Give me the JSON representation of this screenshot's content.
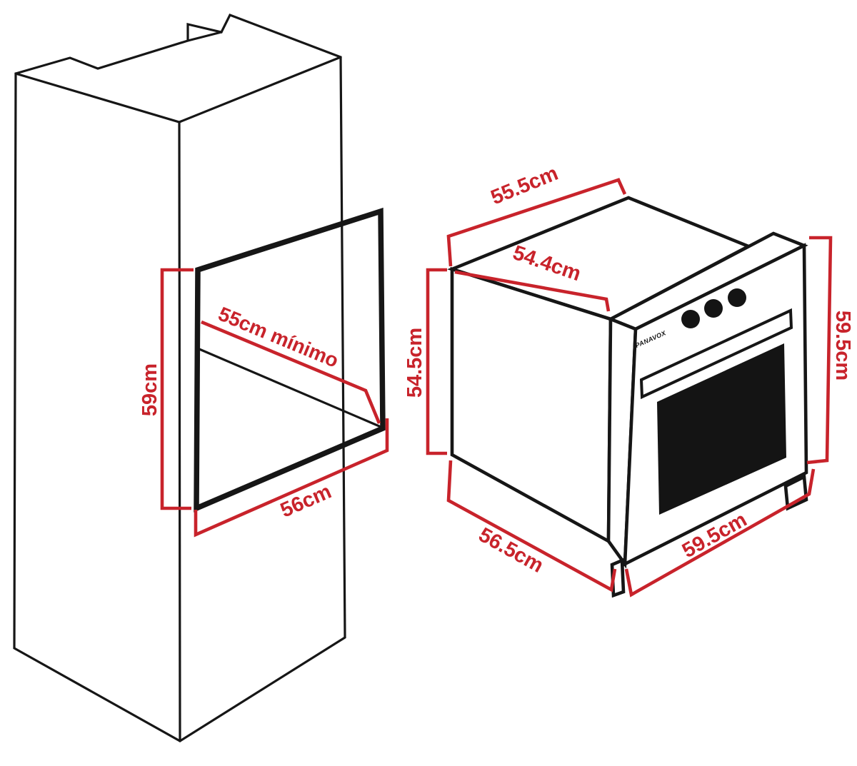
{
  "colors": {
    "line": "#161616",
    "dimension_red": "#c8232b",
    "background": "#ffffff"
  },
  "cabinet": {
    "dimensions": {
      "niche_height": "59cm",
      "niche_depth_min": "55cm mínimo",
      "niche_width": "56cm"
    }
  },
  "oven": {
    "brand": "PANAVOX",
    "dimensions": {
      "top_depth": "55.5cm",
      "top_inner_depth": "54.4cm",
      "body_height": "54.5cm",
      "bottom_depth": "56.5cm",
      "front_width": "59.5cm",
      "front_height": "59.5cm"
    }
  }
}
